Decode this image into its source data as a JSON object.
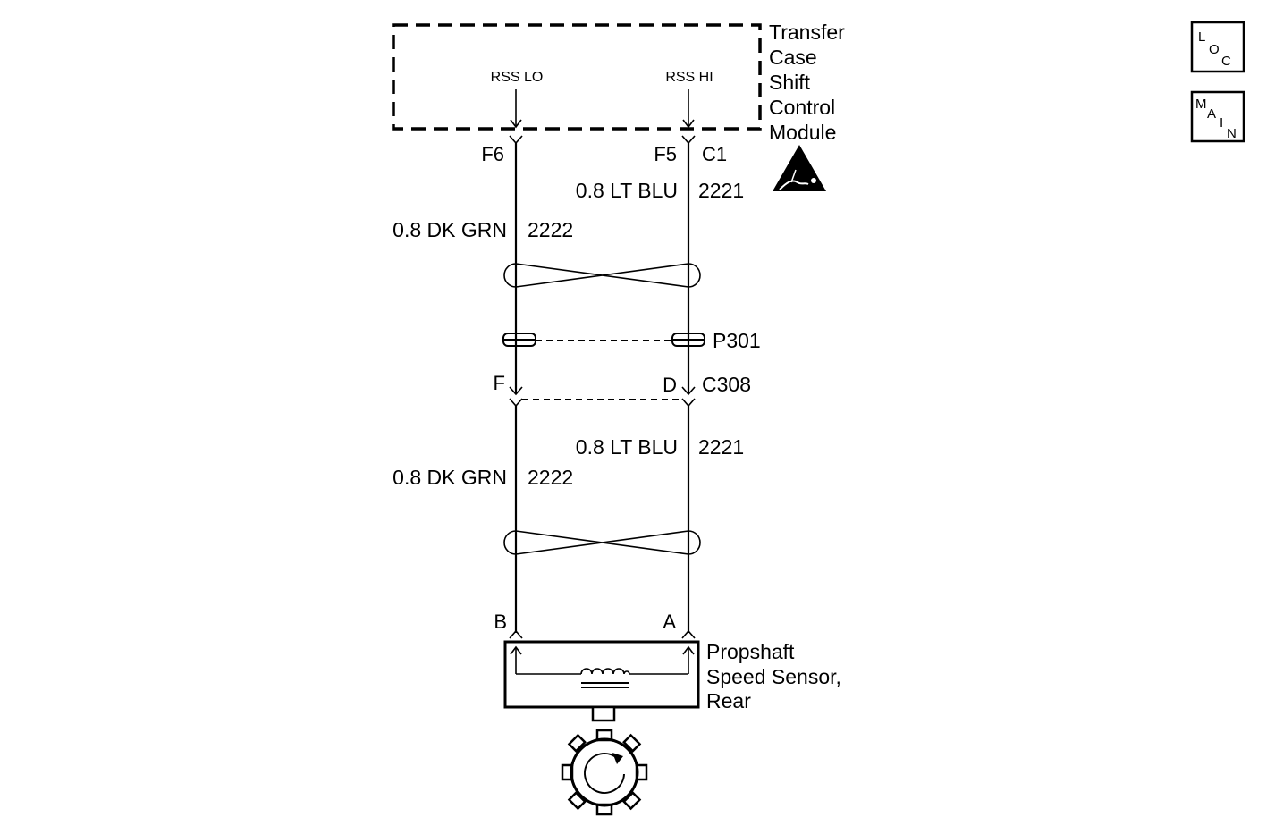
{
  "module": {
    "name_lines": [
      "Transfer",
      "Case",
      "Shift",
      "Control",
      "Module"
    ],
    "pins": {
      "rss_lo": "RSS LO",
      "rss_hi": "RSS HI"
    },
    "terminals": {
      "lo": "F6",
      "hi": "F5"
    },
    "connector": "C1"
  },
  "wires_upper": {
    "hi": {
      "spec": "0.8 LT BLU",
      "circuit": "2221"
    },
    "lo": {
      "spec": "0.8 DK GRN",
      "circuit": "2222"
    }
  },
  "pass_through": {
    "label": "P301"
  },
  "connector_c308": {
    "label": "C308",
    "pin_lo": "F",
    "pin_hi": "D"
  },
  "wires_lower": {
    "hi": {
      "spec": "0.8 LT BLU",
      "circuit": "2221"
    },
    "lo": {
      "spec": "0.8 DK GRN",
      "circuit": "2222"
    }
  },
  "sensor": {
    "pin_lo": "B",
    "pin_hi": "A",
    "name_lines": [
      "Propshaft",
      "Speed Sensor,",
      "Rear"
    ]
  },
  "nav": {
    "loc": {
      "l": "L",
      "o": "O",
      "c": "C"
    },
    "main": {
      "m": "M",
      "a": "A",
      "i": "I",
      "n": "N"
    }
  }
}
